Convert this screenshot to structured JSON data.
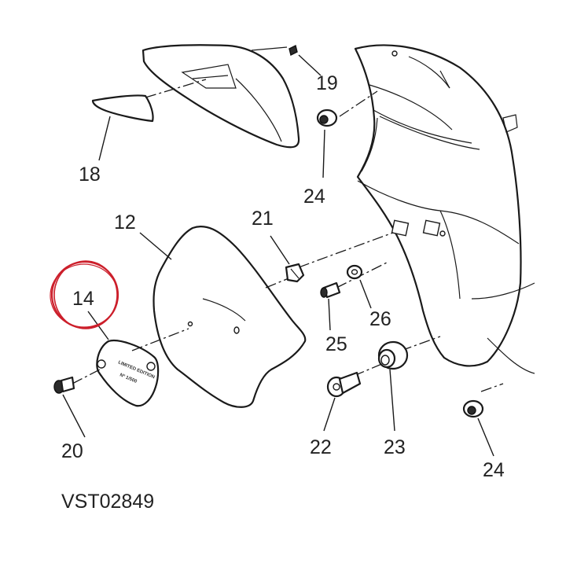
{
  "diagram": {
    "drawing_code": "VST02849",
    "highlight_color": "#cc1f2b",
    "plate_text": [
      "LIMITED EDITION",
      "Nº 1/500"
    ],
    "parts": [
      {
        "id": "p12",
        "label": "12"
      },
      {
        "id": "p14",
        "label": "14",
        "highlighted": true
      },
      {
        "id": "p18",
        "label": "18"
      },
      {
        "id": "p19",
        "label": "19"
      },
      {
        "id": "p20",
        "label": "20"
      },
      {
        "id": "p21",
        "label": "21"
      },
      {
        "id": "p22",
        "label": "22"
      },
      {
        "id": "p23",
        "label": "23"
      },
      {
        "id": "p24a",
        "label": "24"
      },
      {
        "id": "p24b",
        "label": "24"
      },
      {
        "id": "p25",
        "label": "25"
      },
      {
        "id": "p26",
        "label": "26"
      }
    ]
  }
}
